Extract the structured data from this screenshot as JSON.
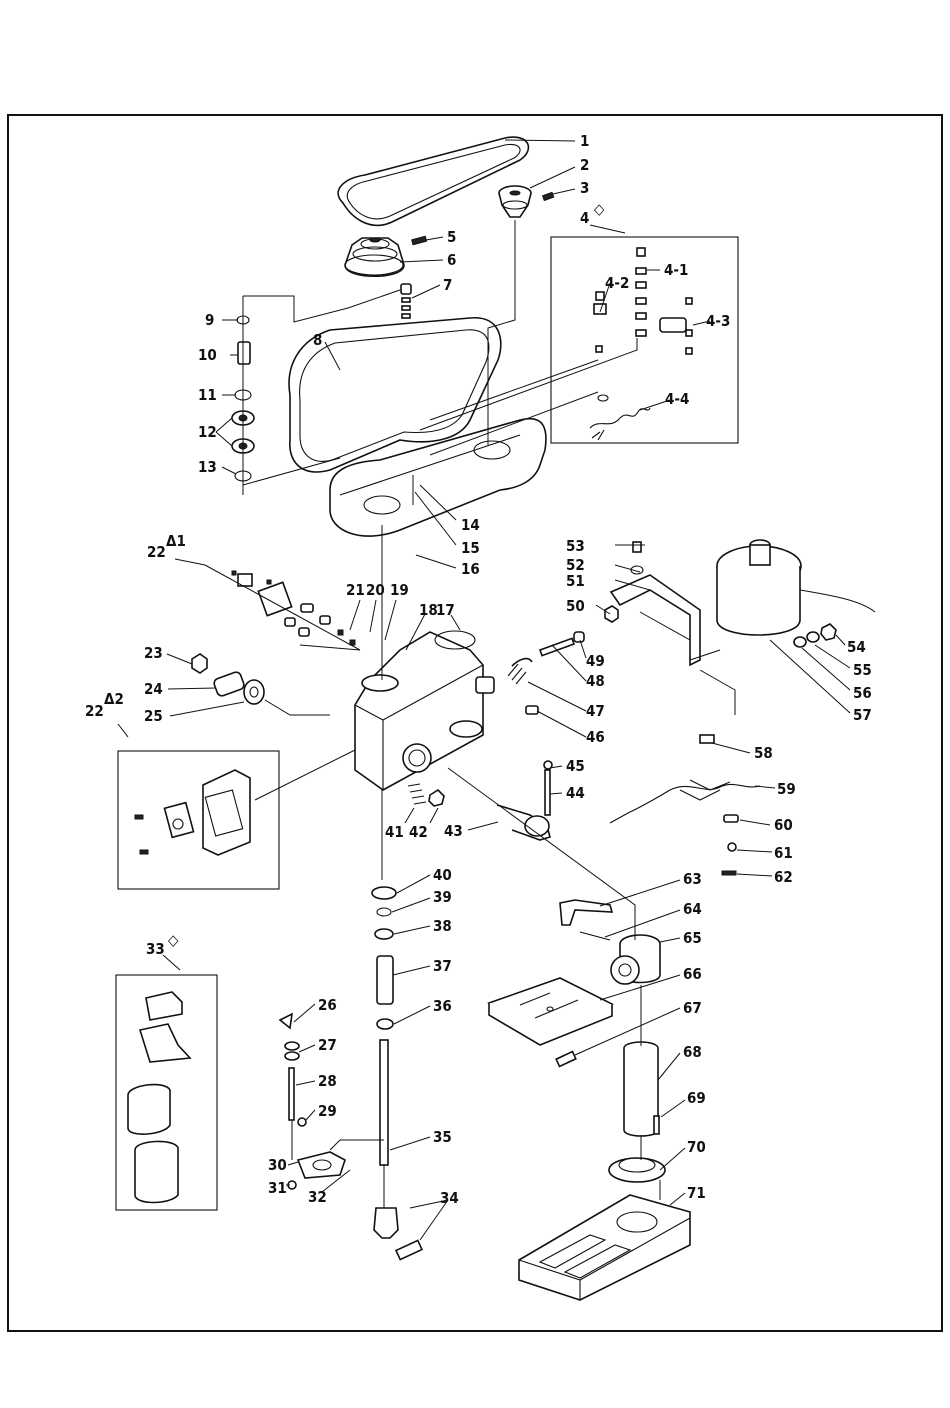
{
  "diagram": {
    "title": "",
    "part_numbers": [
      "1",
      "2",
      "3",
      "4",
      "4-1",
      "4-2",
      "4-3",
      "4-4",
      "5",
      "6",
      "7",
      "8",
      "9",
      "10",
      "11",
      "12",
      "13",
      "14",
      "15",
      "16",
      "17",
      "18",
      "19",
      "20",
      "21",
      "22",
      "23",
      "24",
      "25",
      "26",
      "27",
      "28",
      "29",
      "30",
      "31",
      "32",
      "33",
      "34",
      "35",
      "36",
      "37",
      "38",
      "39",
      "40",
      "41",
      "42",
      "43",
      "44",
      "45",
      "46",
      "47",
      "48",
      "49",
      "50",
      "51",
      "52",
      "53",
      "54",
      "55",
      "56",
      "57",
      "58",
      "59",
      "60",
      "61",
      "62",
      "63",
      "64",
      "65",
      "66",
      "67",
      "68",
      "69",
      "70",
      "71"
    ],
    "labels": {
      "p1": "1",
      "p2": "2",
      "p3": "3",
      "p4": "4",
      "p4_1": "4-1",
      "p4_2": "4-2",
      "p4_3": "4-3",
      "p4_4": "4-4",
      "p5": "5",
      "p6": "6",
      "p7": "7",
      "p8": "8",
      "p9": "9",
      "p10": "10",
      "p11": "11",
      "p12": "12",
      "p13": "13",
      "p14": "14",
      "p15": "15",
      "p16": "16",
      "p17": "17",
      "p18": "18",
      "p19": "19",
      "p20": "20",
      "p21": "21",
      "p22_1": "22",
      "p22_2": "22",
      "p23": "23",
      "p24": "24",
      "p25": "25",
      "p26": "26",
      "p27": "27",
      "p28": "28",
      "p29": "29",
      "p30": "30",
      "p31": "31",
      "p32": "32",
      "p33": "33",
      "p34": "34",
      "p35": "35",
      "p36": "36",
      "p37": "37",
      "p38": "38",
      "p39": "39",
      "p40": "40",
      "p41": "41",
      "p42": "42",
      "p43": "43",
      "p44": "44",
      "p45": "45",
      "p46": "46",
      "p47": "47",
      "p48": "48",
      "p49": "49",
      "p50": "50",
      "p51": "51",
      "p52": "52",
      "p53": "53",
      "p54": "54",
      "p55": "55",
      "p56": "56",
      "p57": "57",
      "p58": "58",
      "p59": "59",
      "p60": "60",
      "p61": "61",
      "p62": "62",
      "p63": "63",
      "p64": "64",
      "p65": "65",
      "p66": "66",
      "p67": "67",
      "p68": "68",
      "p69": "69",
      "p70": "70",
      "p71": "71"
    },
    "suffix_marks": {
      "delta1": "Δ1",
      "delta2": "Δ2",
      "diamond": "◇"
    },
    "colors": {
      "line": "#111111",
      "background": "#ffffff"
    }
  }
}
